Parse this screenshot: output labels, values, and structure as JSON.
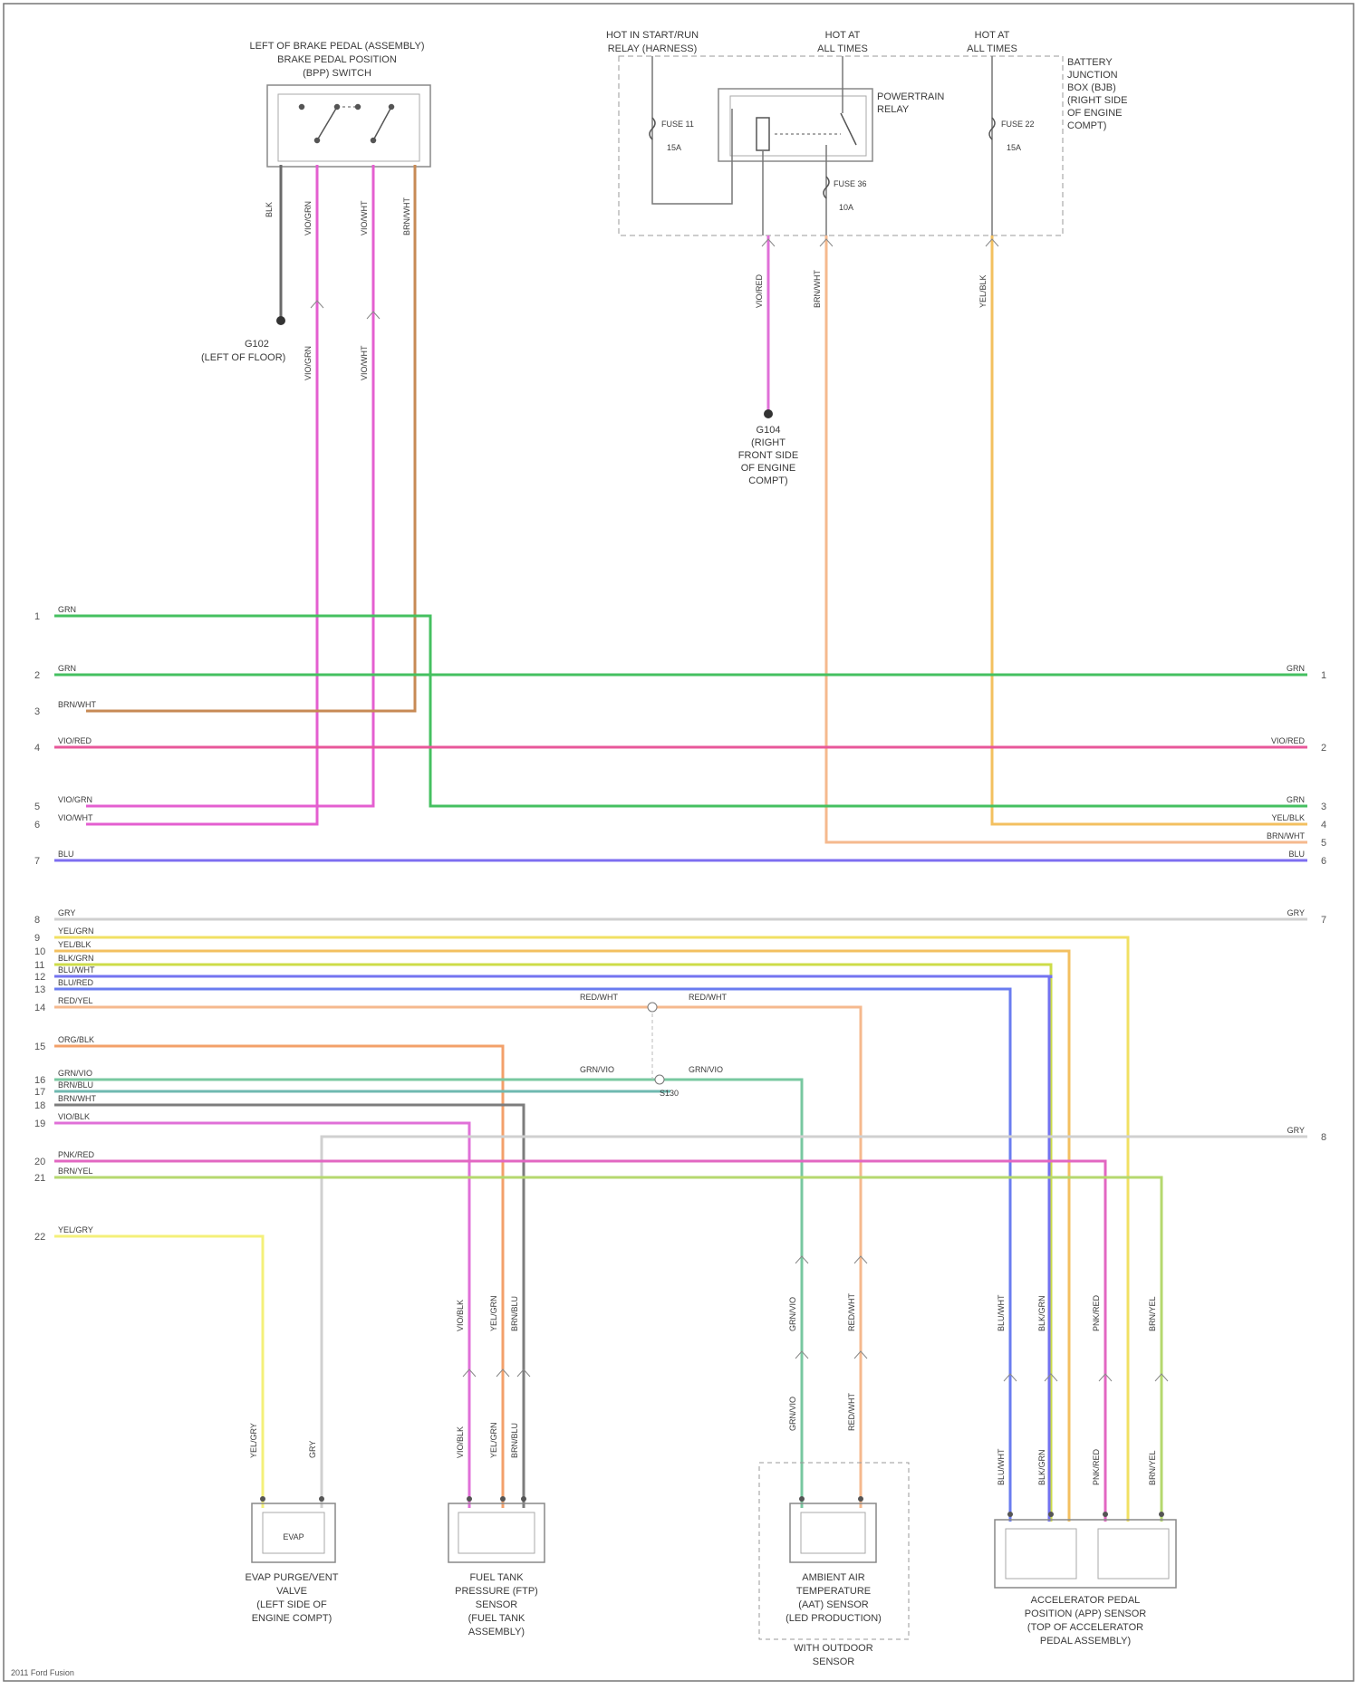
{
  "footer": "2011 Ford Fusion",
  "components": {
    "top_switch": [
      "LEFT OF BRAKE PEDAL (ASSEMBLY)",
      "BRAKE PEDAL POSITION",
      "(BPP) SWITCH"
    ],
    "ground_g102": [
      "G102",
      "(LEFT OF FLOOR)"
    ],
    "pcm_relay": [
      "HOT IN START/RUN",
      "RELAY (HARNESS)"
    ],
    "hot_at_all_times_1": [
      "HOT AT",
      "ALL TIMES"
    ],
    "hot_at_all_times_2": [
      "HOT AT",
      "ALL TIMES"
    ],
    "battery_junction_box": [
      "BATTERY",
      "JUNCTION",
      "BOX (BJB)",
      "(RIGHT SIDE",
      "OF ENGINE",
      "COMPT)"
    ],
    "powertrain_relay": [
      "POWERTRAIN",
      "RELAY"
    ],
    "fuse_a": "FUSE 11",
    "fuse_b": "FUSE 36",
    "fuse_c": "FUSE 22",
    "fuse_rating_a": "15A",
    "fuse_rating_b": "10A",
    "fuse_rating_c": "15A",
    "ground_g104": [
      "G104",
      "(RIGHT",
      "FRONT SIDE",
      "OF ENGINE",
      "COMPT)"
    ],
    "evap_valve": [
      "EVAP PURGE/VENT",
      "VALVE",
      "(LEFT SIDE OF",
      "ENGINE COMPT)"
    ],
    "fuel_tank_sensor": [
      "FUEL TANK",
      "PRESSURE (FTP)",
      "SENSOR",
      "(FUEL TANK",
      "ASSEMBLY)"
    ],
    "ambient_sensor": [
      "AMBIENT AIR",
      "TEMPERATURE",
      "(AAT) SENSOR",
      "(LED PRODUCTION)"
    ],
    "ambient_sensor_sub": [
      "WITH OUTDOOR",
      "SENSOR"
    ],
    "accelerator_sensor": [
      "ACCELERATOR PEDAL",
      "POSITION (APP) SENSOR",
      "(TOP OF ACCELERATOR",
      "PEDAL ASSEMBLY)"
    ],
    "evap_box_label": "EVAP"
  },
  "left_bus": {
    "upper": [
      {
        "num": "1",
        "label": "GRN",
        "color": "#45c060"
      },
      {
        "num": "2",
        "label": "GRN",
        "color": "#45c060"
      },
      {
        "num": "3",
        "label": "BRN/WHT",
        "color": "#c78a55"
      },
      {
        "num": "4",
        "label": "VIO/RED",
        "color": "#e8579a"
      },
      {
        "num": "5",
        "label": "VIO/GRN",
        "color": "#e45fd0"
      },
      {
        "num": "6",
        "label": "VIO/WHT",
        "color": "#e45fd0"
      },
      {
        "num": "7",
        "label": "BLU",
        "color": "#7d6ef0"
      }
    ],
    "lower": [
      {
        "num": "8",
        "label": "GRY",
        "color": "#cfcfcf"
      },
      {
        "num": "9",
        "label": "YEL/GRN",
        "color": "#f1e063"
      },
      {
        "num": "10",
        "label": "YEL/BLK",
        "color": "#f3c060"
      },
      {
        "num": "11",
        "label": "BLK/GRN",
        "color": "#cddc48"
      },
      {
        "num": "12",
        "label": "BLU/WHT",
        "color": "#7373f0"
      },
      {
        "num": "13",
        "label": "BLU/RED",
        "color": "#6a7cf0"
      },
      {
        "num": "14",
        "label": "RED/YEL",
        "color": "#f5b98e"
      },
      {
        "num": "15",
        "label": "ORG/BLK",
        "color": "#f3a06a"
      },
      {
        "num": "16",
        "label": "GRN/VIO",
        "color": "#78c8a0"
      },
      {
        "num": "17",
        "label": "BRN/BLU",
        "color": "#6fb9b0"
      },
      {
        "num": "18",
        "label": "BRN/WHT",
        "color": "#7d7d7d"
      },
      {
        "num": "19",
        "label": "VIO/BLK",
        "color": "#e070d8"
      },
      {
        "num": "20",
        "label": "PNK/RED",
        "color": "#e267c2"
      },
      {
        "num": "21",
        "label": "BRN/YEL",
        "color": "#b5d86e"
      },
      {
        "num": "22",
        "label": "YEL/GRY",
        "color": "#f4f07a"
      }
    ]
  },
  "right_bus": [
    {
      "num": "1",
      "label": "GRN"
    },
    {
      "num": "2",
      "label": "VIO/RED"
    },
    {
      "num": "3",
      "label": "GRN"
    },
    {
      "num": "4",
      "label": "YEL/BLK"
    },
    {
      "num": "5",
      "label": "BRN/WHT"
    },
    {
      "num": "6",
      "label": "BLU"
    },
    {
      "num": "7",
      "label": "GRY"
    },
    {
      "num": "8",
      "label": "GRY"
    }
  ],
  "splice_labels": [
    "RED/WHT",
    "RED/WHT",
    "GRN/VIO",
    "GRN/VIO",
    "S130"
  ],
  "wire_labels": {
    "top_switch": [
      "BLK",
      "VIO/GRN",
      "VIO/WHT",
      "BRN/WHT",
      "VIO/GRN",
      "VIO/WHT"
    ],
    "relay": [
      "VIO/RED",
      "BRN/WHT",
      "YEL/BLK"
    ],
    "evap": [
      "YEL/GRY",
      "GRY"
    ],
    "ftp": [
      "VIO/BLK",
      "YEL/GRN",
      "BRN/BLU",
      "VIO/BLK",
      "YEL/GRN",
      "BRN/BLU"
    ],
    "aat": [
      "GRN/VIO",
      "RED/WHT",
      "GRN/VIO",
      "RED/WHT"
    ],
    "app": [
      "BLU/WHT",
      "BLK/GRN",
      "PNK/RED",
      "BRN/YEL",
      "BLU/WHT",
      "BLK/GRN",
      "PNK/RED",
      "BRN/YEL"
    ]
  }
}
